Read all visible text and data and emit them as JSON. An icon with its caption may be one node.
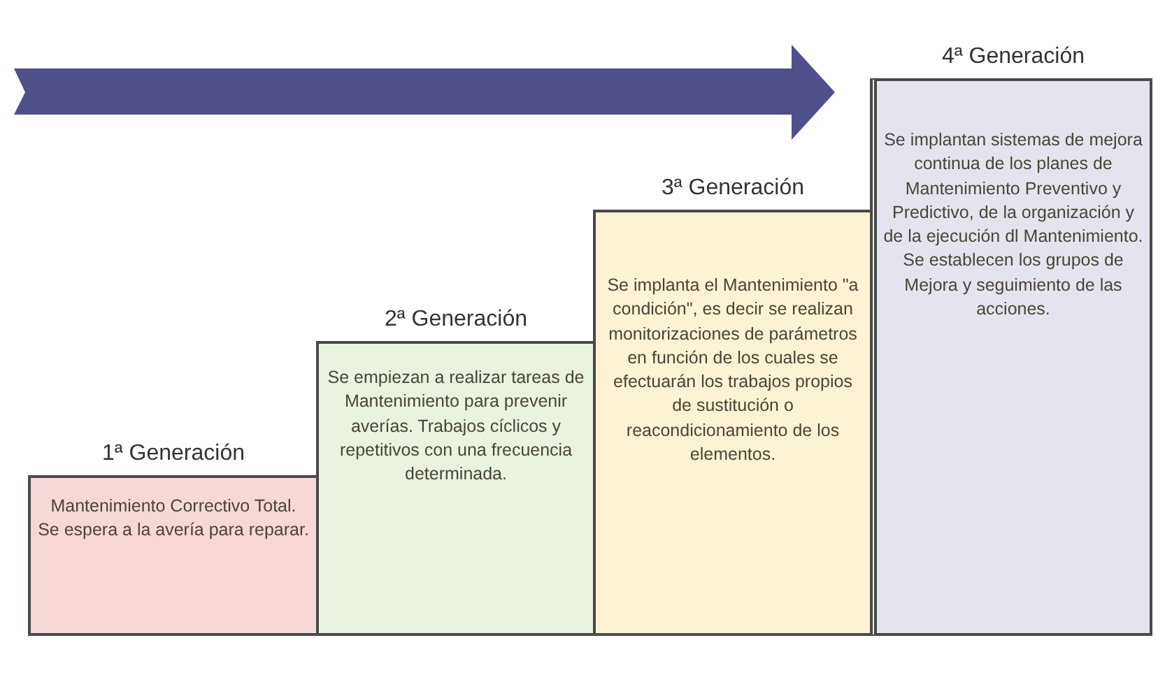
{
  "diagram": {
    "nodes": [
      {
        "text": [
          "1ª Generación",
          "Mantenimiento Correctivo Total.",
          "Se espera a la avería para reparar."
        ]
      },
      {
        "text": [
          "2ª Generación",
          "Se empiezan a realizar tareas de Mantenimiento para prevenir averías. Trabajos cíclicos y repetitivos con una frecuencia determinada."
        ]
      },
      {
        "text": [
          "3ª Generación",
          "Se implanta el Mantenimiento \"a condición\", es decir se realizan monitorizaciones de parámetros en función de los cuales se efectuarán los trabajos propios de sustitución o reacondicionamiento de los elementos."
        ]
      },
      {
        "text": [
          "4ª Generación",
          "Se implantan sistemas de mejora continua de los planes de Mantenimiento Preventivo y Predictivo, de la organización y de la ejecución dl Mantenimiento. Se establecen los grupos de Mejora y seguimiento de las acciones."
        ]
      }
    ],
    "edges": []
  }
}
